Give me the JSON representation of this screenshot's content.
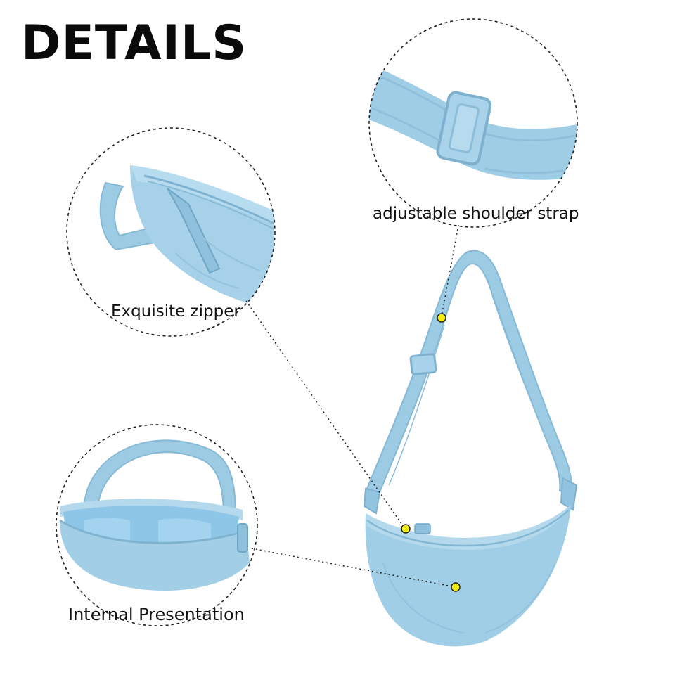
{
  "header": {
    "title": "DETAILS"
  },
  "callouts": {
    "strap": {
      "label": "adjustable shoulder strap"
    },
    "zipper": {
      "label": "Exquisite zipper"
    },
    "internal": {
      "label": "Internal Presentation"
    }
  },
  "colors": {
    "bag_blue": "#9dcbe3",
    "bag_shadow": "#7fb4d2",
    "bag_light": "#c3e1f1",
    "marker_yellow": "#f3ee12",
    "dashed_line": "#222222"
  }
}
